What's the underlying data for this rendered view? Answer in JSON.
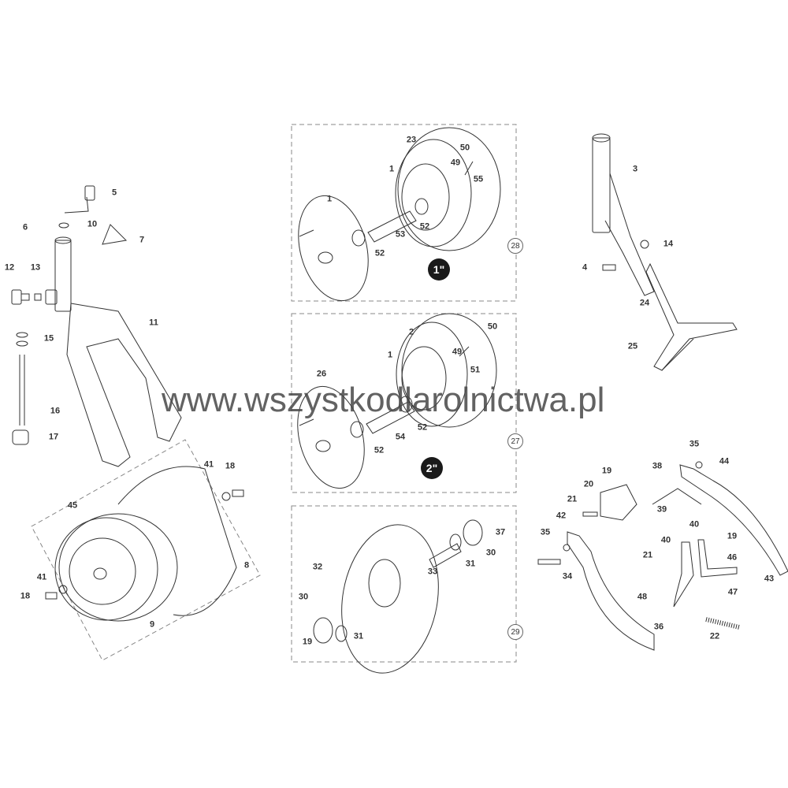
{
  "watermark": "www.wszystkodlarolnictwa.pl",
  "groups": {
    "left_frame": [
      "5",
      "6",
      "10",
      "7",
      "12",
      "13",
      "11",
      "15",
      "16",
      "17"
    ],
    "wheel_assembly": [
      "45",
      "41",
      "18",
      "8",
      "41",
      "18",
      "9"
    ],
    "wheel_1in": [
      "23",
      "50",
      "49",
      "1",
      "55",
      "1",
      "52",
      "53",
      "52"
    ],
    "wheel_2in": [
      "2",
      "50",
      "49",
      "1",
      "51",
      "26",
      "52",
      "54",
      "52"
    ],
    "press_wheel": [
      "37",
      "32",
      "30",
      "31",
      "33",
      "30",
      "31",
      "19"
    ],
    "right_post": [
      "3",
      "14",
      "4",
      "24",
      "25"
    ],
    "scraper": [
      "35",
      "44",
      "19",
      "38",
      "20",
      "21",
      "39",
      "42",
      "40",
      "35",
      "19",
      "40",
      "21",
      "46",
      "34",
      "43",
      "47",
      "48",
      "22",
      "36"
    ]
  },
  "box_refs": [
    "28",
    "27",
    "29"
  ],
  "size_badges": [
    "1\"",
    "2\""
  ]
}
